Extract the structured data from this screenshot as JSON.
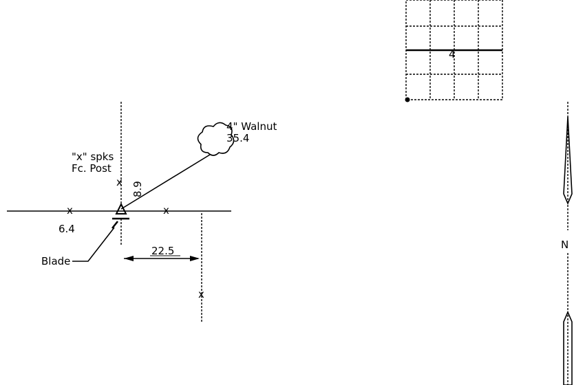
{
  "labels": {
    "tree_size": "4\" Walnut",
    "tree_distance": "35.4",
    "spikes_line1": "\"x\" spks",
    "spikes_line2": "Fc. Post",
    "vertical_distance": "8.9",
    "left_distance": "6.4",
    "blade": "Blade",
    "horizontal_distance": "22.5",
    "grid_number": "4",
    "north_letter": "N"
  },
  "colors": {
    "ink": "#000000",
    "background": "#ffffff"
  }
}
